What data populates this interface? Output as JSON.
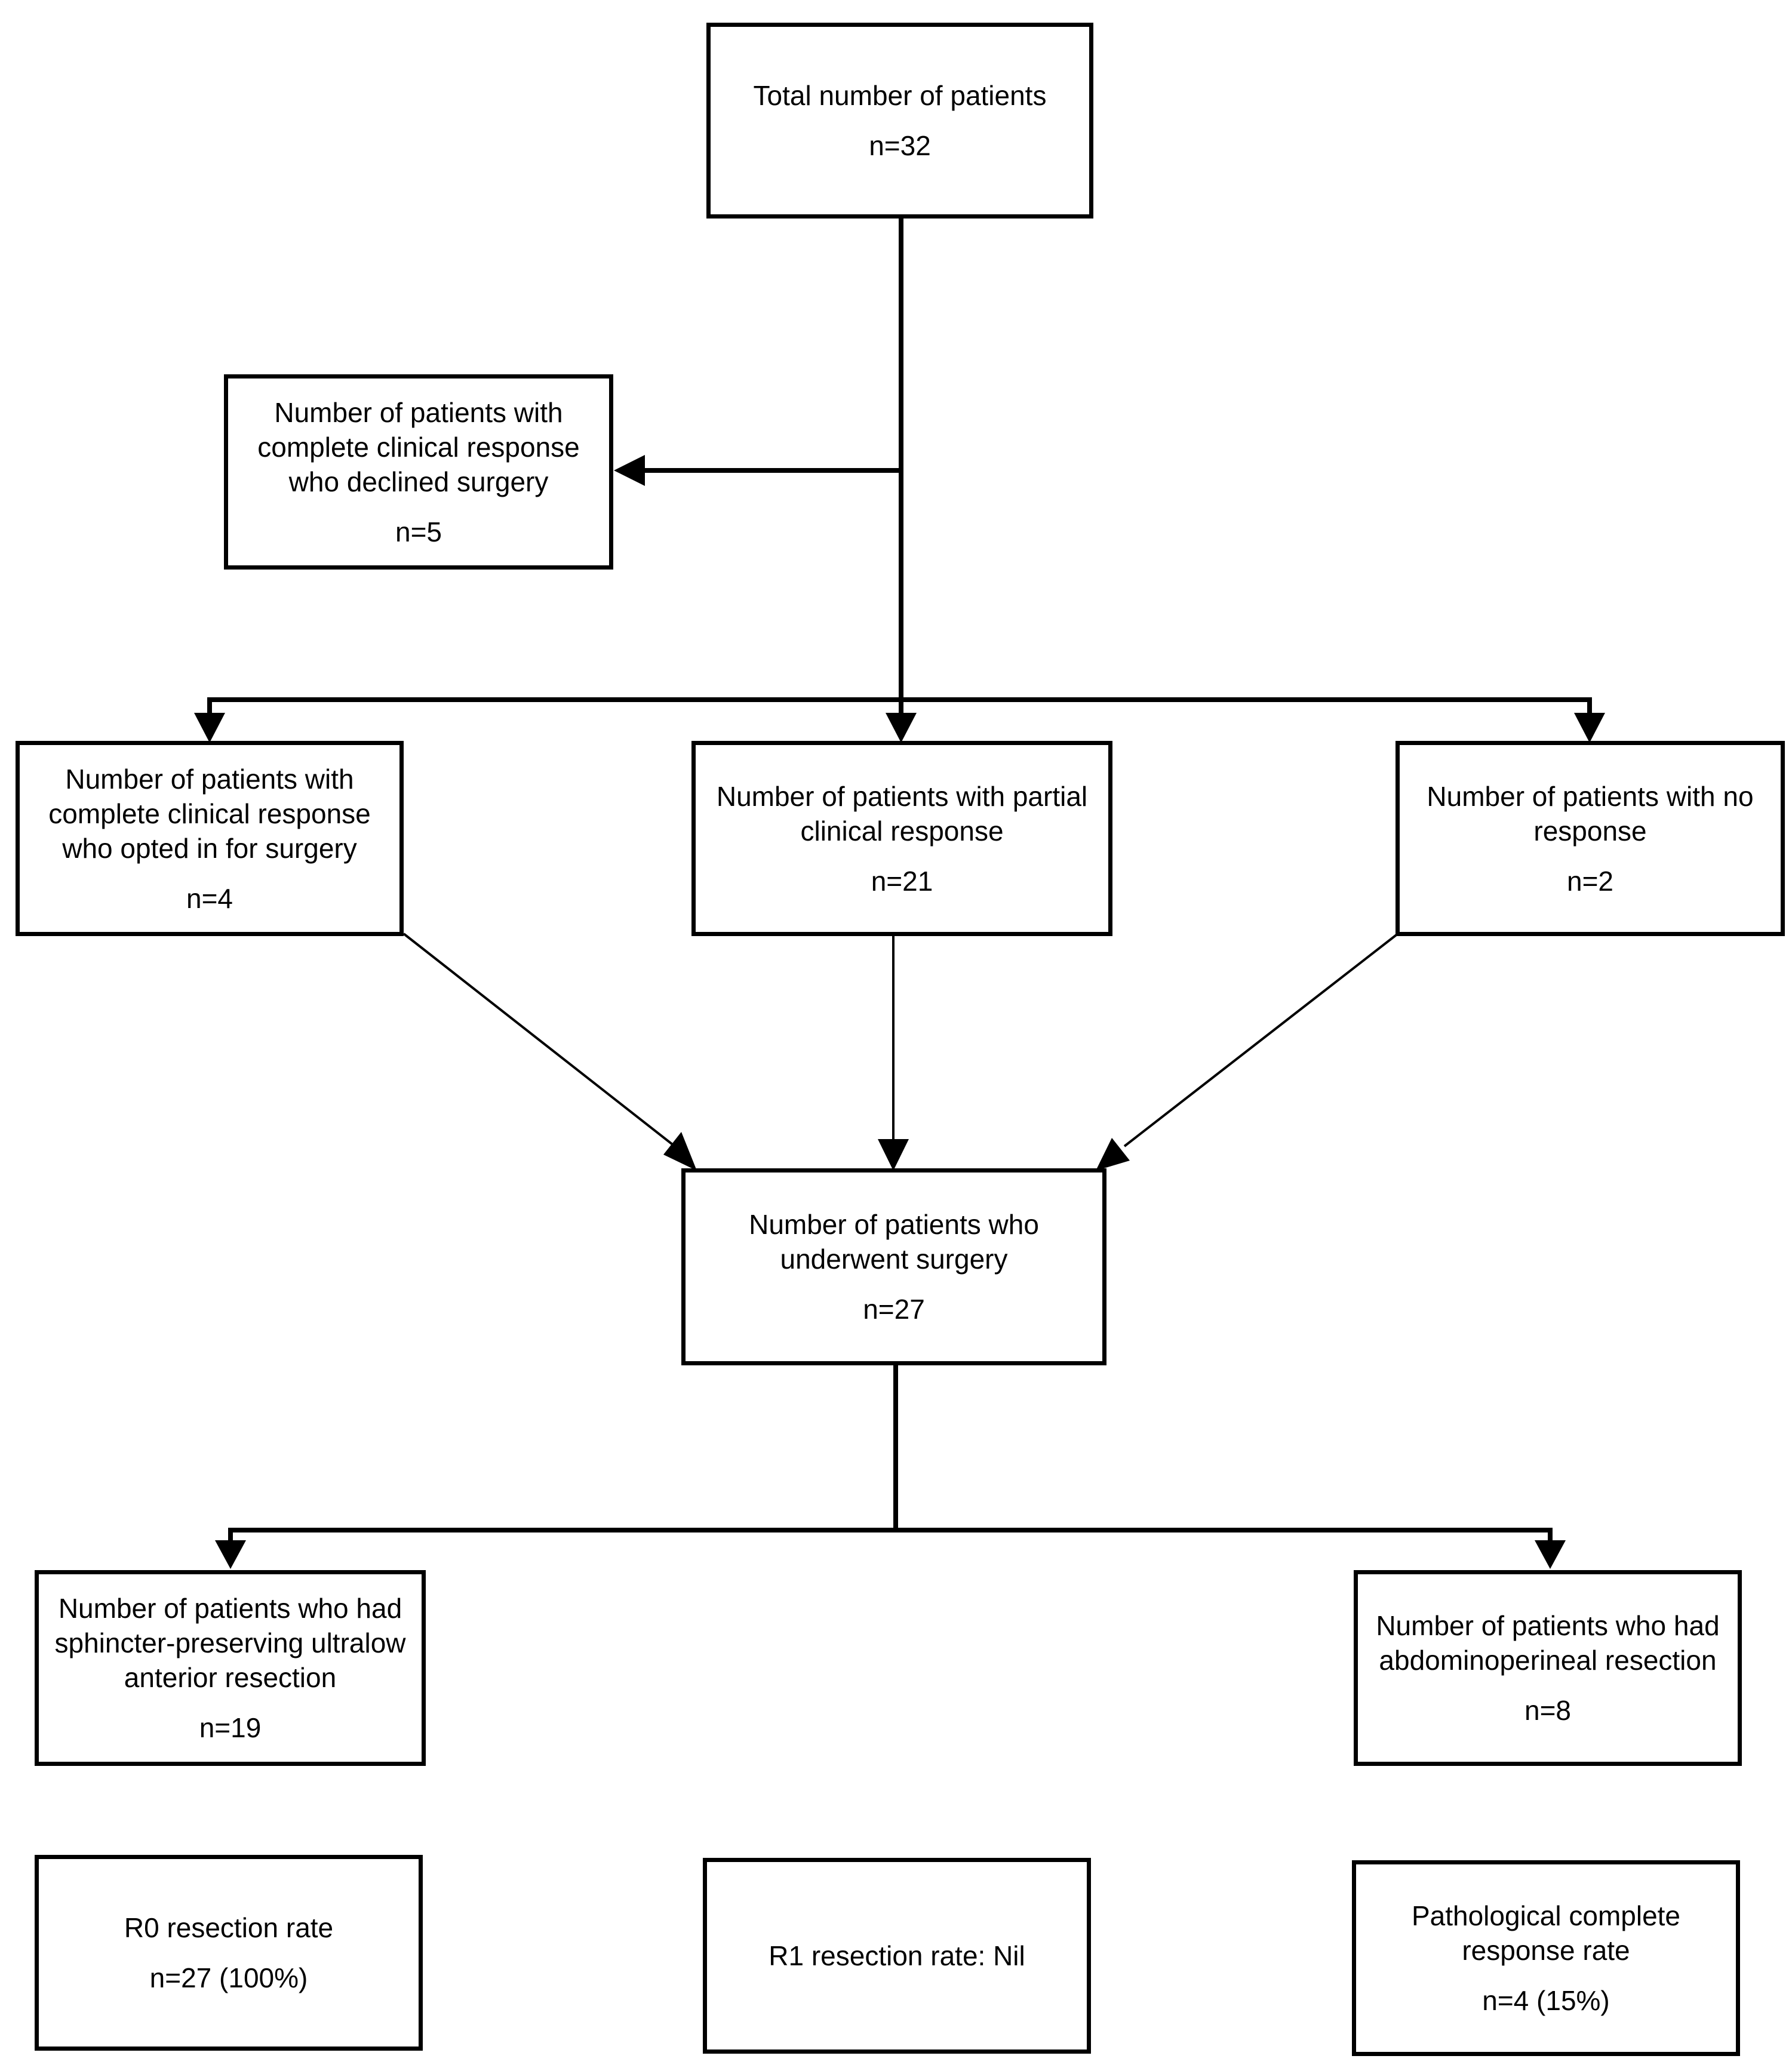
{
  "nodes": {
    "total": {
      "title": "Total number of patients",
      "count": "n=32"
    },
    "declined": {
      "title": "Number of patients with complete clinical response who declined surgery",
      "count": "n=5"
    },
    "opted_in": {
      "title": "Number of patients with complete clinical response who opted in for surgery",
      "count": "n=4"
    },
    "partial": {
      "title": "Number of patients with partial clinical response",
      "count": "n=21"
    },
    "no_response": {
      "title": "Number of patients with no response",
      "count": "n=2"
    },
    "surgery": {
      "title": "Number of patients who underwent surgery",
      "count": "n=27"
    },
    "ultralow": {
      "title": "Number of patients who had sphincter-preserving ultralow anterior resection",
      "count": "n=19"
    },
    "apr": {
      "title": "Number of patients who had abdominoperineal resection",
      "count": "n=8"
    },
    "r0": {
      "title": "R0 resection rate",
      "count": "n=27 (100%)"
    },
    "r1": {
      "title": "R1 resection rate: Nil"
    },
    "pcr": {
      "title": "Pathological complete response rate",
      "count": "n=4 (15%)"
    }
  }
}
